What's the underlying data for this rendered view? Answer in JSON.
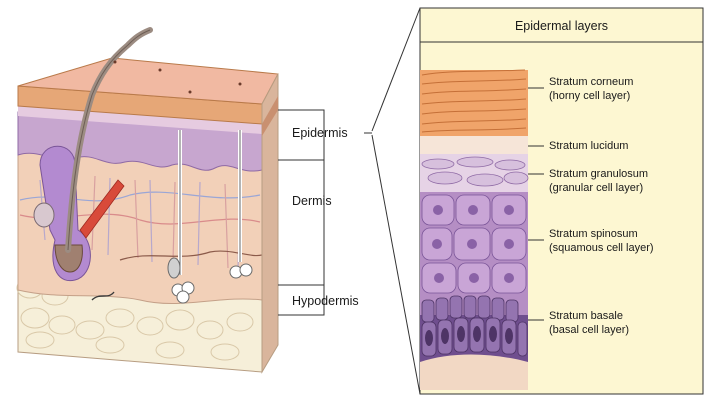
{
  "panel": {
    "title": "Epidermal layers"
  },
  "regions": {
    "epidermis": "Epidermis",
    "dermis": "Dermis",
    "hypodermis": "Hypodermis"
  },
  "layers": [
    {
      "name": "Stratum corneum",
      "desc": "(horny cell layer)"
    },
    {
      "name": "Stratum lucidum",
      "desc": ""
    },
    {
      "name": "Stratum granulosum",
      "desc": "(granular cell layer)"
    },
    {
      "name": "Stratum spinosum",
      "desc": "(squamous cell layer)"
    },
    {
      "name": "Stratum basale",
      "desc": "(basal cell layer)"
    }
  ],
  "colors": {
    "panel_bg": "#fdf7d2",
    "corneum": "#f0a46a",
    "lucidum": "#f6d9c4",
    "granulosum": "#e6d3e6",
    "spinosum": "#b58ec4",
    "basale": "#8a62a6",
    "dermis": "#f2d0b8",
    "fat": "#f6efd9",
    "skin_top": "#f1b9a2"
  }
}
